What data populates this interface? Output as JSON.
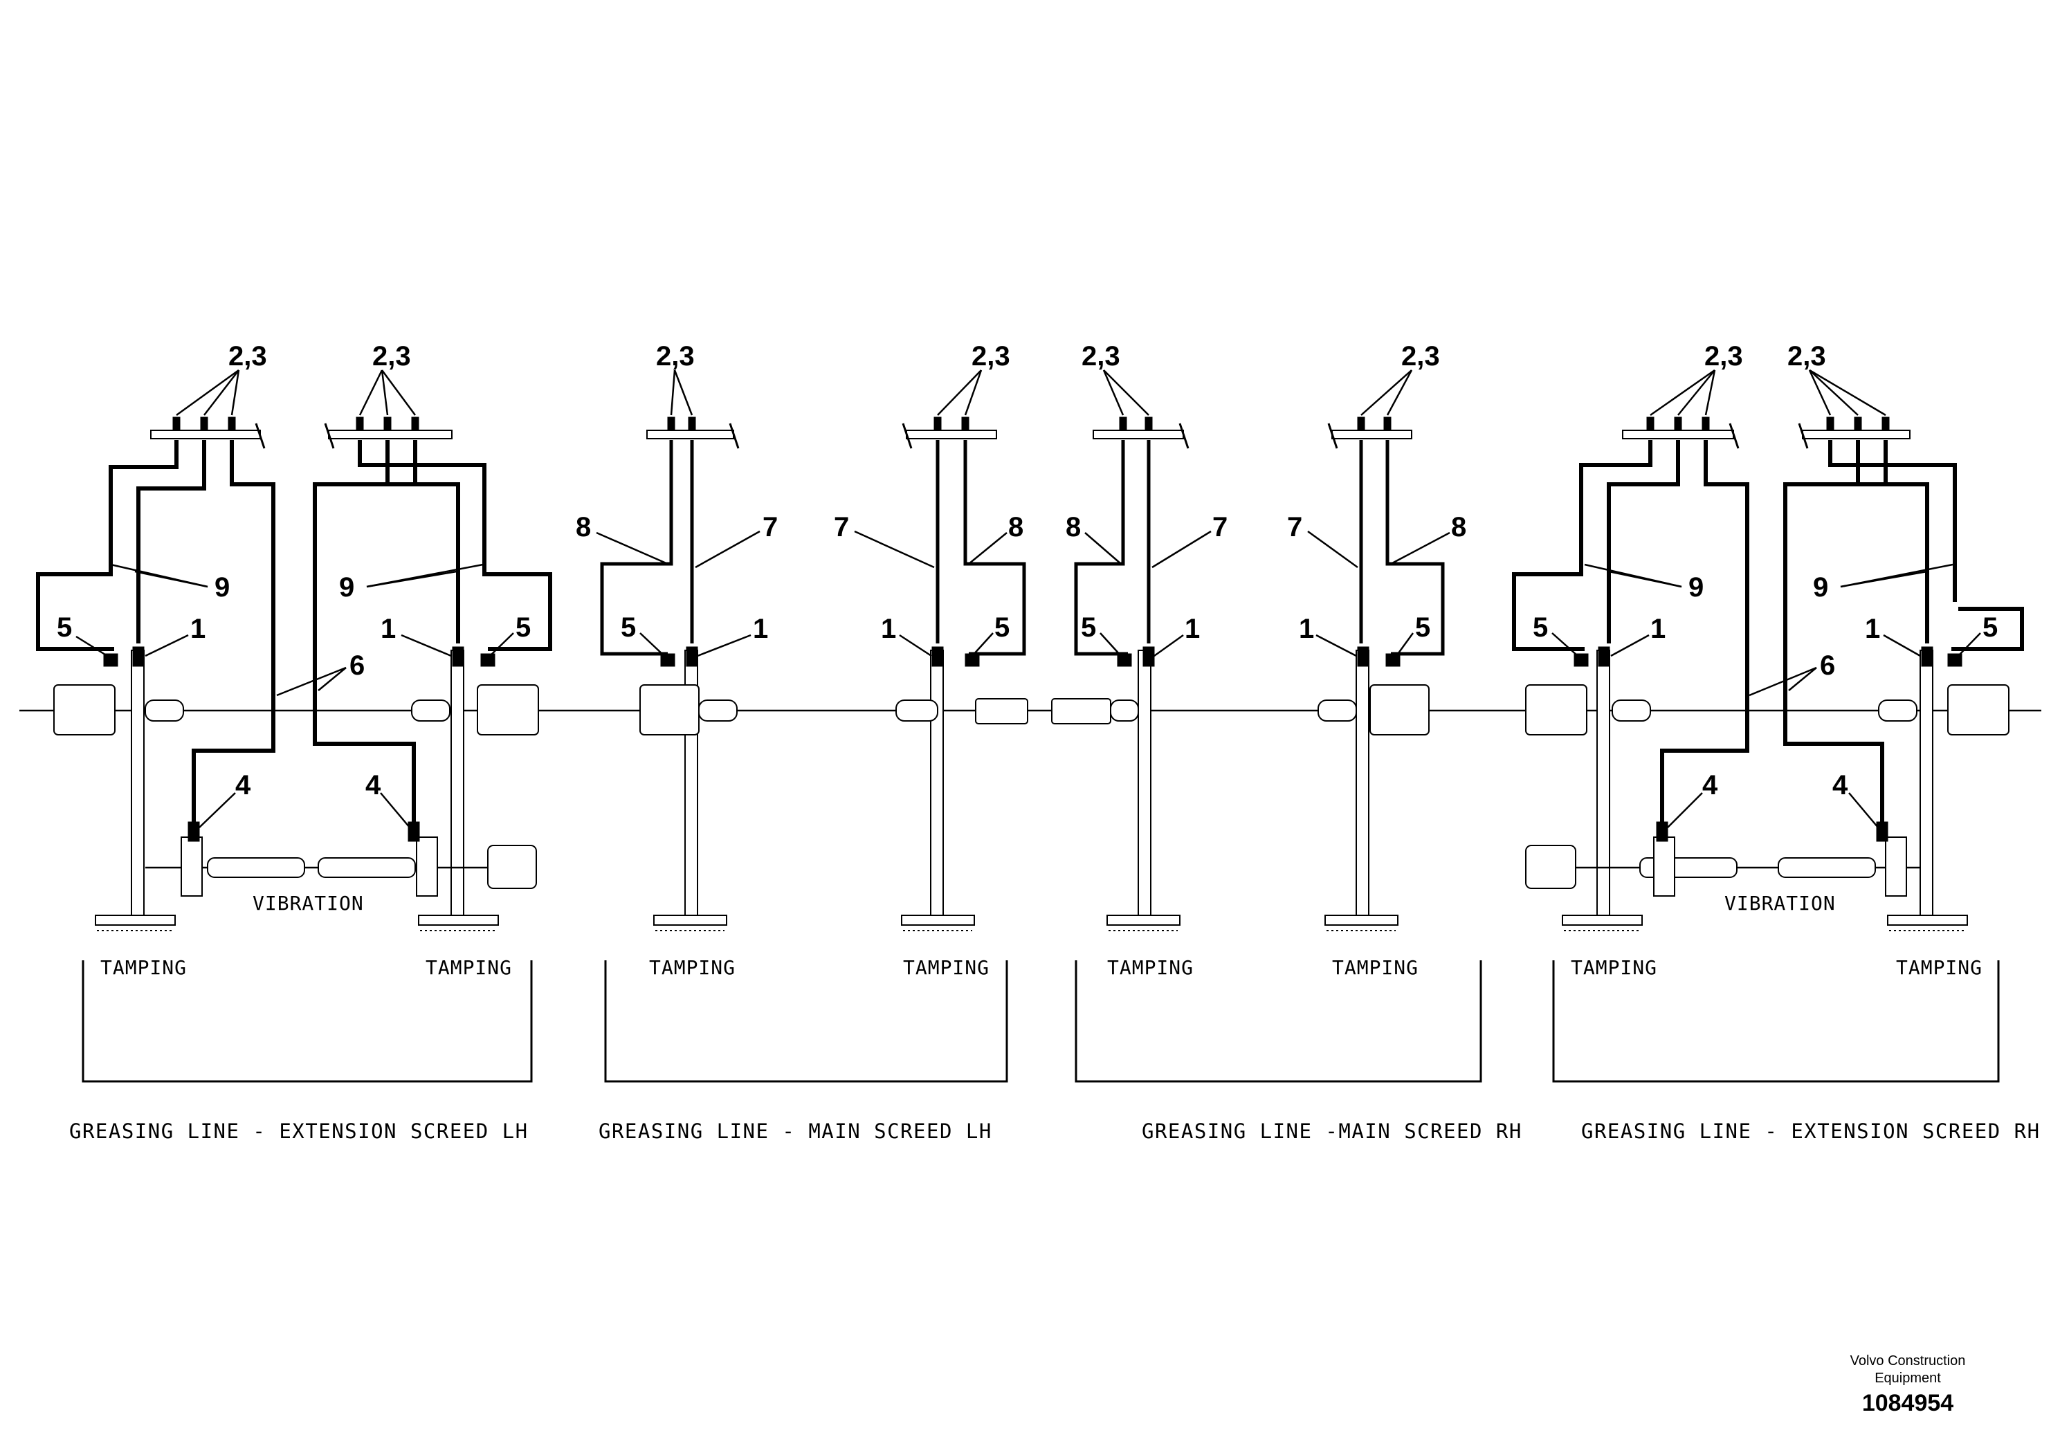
{
  "callouts": {
    "c23": "2,3",
    "c1": "1",
    "c4": "4",
    "c5": "5",
    "c6": "6",
    "c7": "7",
    "c8": "8",
    "c9": "9"
  },
  "labels": {
    "tamping": "TAMPING",
    "vibration": "VIBRATION"
  },
  "sections": [
    {
      "caption": "GREASING LINE - EXTENSION SCREED LH"
    },
    {
      "caption": "GREASING LINE - MAIN SCREED LH"
    },
    {
      "caption": "GREASING LINE -MAIN SCREED RH"
    },
    {
      "caption": "GREASING LINE - EXTENSION SCREED RH"
    }
  ],
  "footer": {
    "brand_line1": "Volvo Construction",
    "brand_line2": "Equipment",
    "doc_number": "1084954"
  },
  "colors": {
    "ink": "#000000",
    "paper": "#ffffff"
  }
}
